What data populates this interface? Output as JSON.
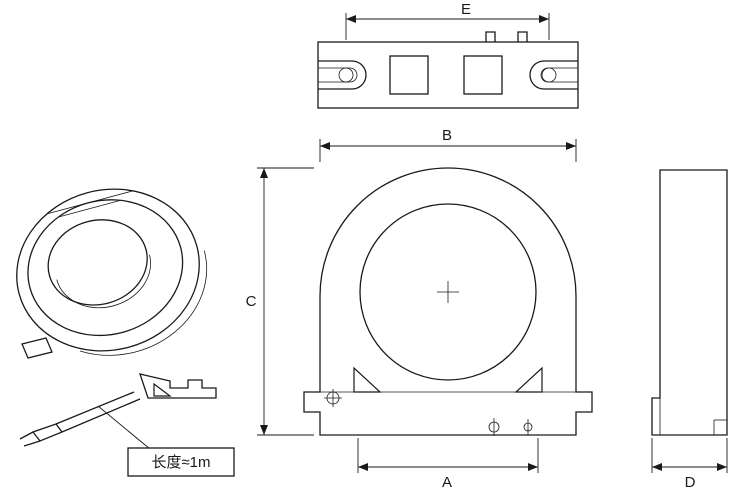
{
  "drawing": {
    "labels": {
      "e": "E",
      "b": "B",
      "c": "C",
      "a": "A",
      "d": "D"
    },
    "note": {
      "wire_length": "长度≈1m"
    },
    "colors": {
      "line": "#1a1a1a",
      "background": "#ffffff"
    }
  }
}
